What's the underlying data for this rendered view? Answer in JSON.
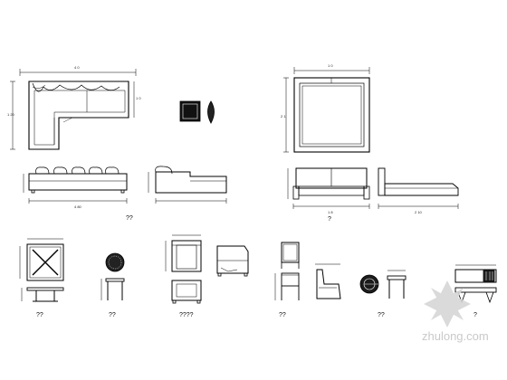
{
  "drawing": {
    "captions": {
      "sofa_group": "??",
      "bed_group": "?",
      "coffee_table": "??",
      "side_table": "??",
      "armchair": "????",
      "dining_chair": "??",
      "round_stool": "??",
      "tv_cabinet": "?"
    },
    "dimensions": {
      "sofa_plan_width": "4 0",
      "sofa_plan_depth": "1 20",
      "sofa_plan_side": "1 0",
      "sofa_front_width": "4 80",
      "bed_plan_width": "1 0",
      "bed_plan_depth": "2 1",
      "bed_front_width": "1 8",
      "bed_side_depth": "2 10"
    },
    "watermark": {
      "text": "zhulong.com"
    },
    "colors": {
      "line": "#000000",
      "watermark": "#c9c9c9"
    }
  }
}
